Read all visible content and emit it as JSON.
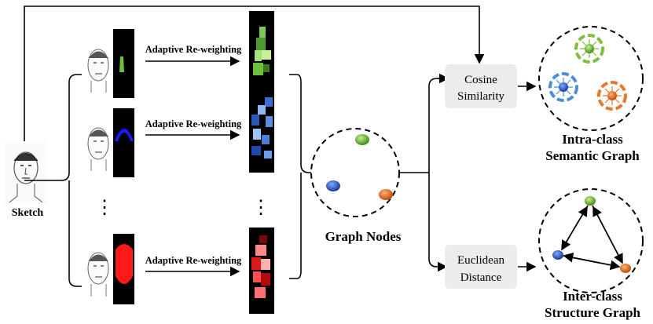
{
  "input": {
    "label": "Sketch"
  },
  "branches": [
    {
      "step_label": "Adaptive Re-weighting",
      "mask_color": "#6fbf3f"
    },
    {
      "step_label": "Adaptive Re-weighting",
      "mask_color": "#1a1aff"
    },
    {
      "step_label": "Adaptive Re-weighting",
      "mask_color": "#ff1a1a"
    }
  ],
  "ellipsis": "⋮",
  "graph_nodes": {
    "label": "Graph Nodes"
  },
  "similarity": {
    "label_line1": "Cosine",
    "label_line2": "Similarity"
  },
  "distance": {
    "label_line1": "Euclidean",
    "label_line2": "Distance"
  },
  "intra_graph": {
    "label_line1": "Intra-class",
    "label_line2": "Semantic Graph"
  },
  "inter_graph": {
    "label_line1": "Inter-class",
    "label_line2": "Structure Graph"
  },
  "colors": {
    "green": "#7fbf3f",
    "blue": "#4a8fd8",
    "orange": "#e8782a",
    "box_bg": "#ececec"
  }
}
